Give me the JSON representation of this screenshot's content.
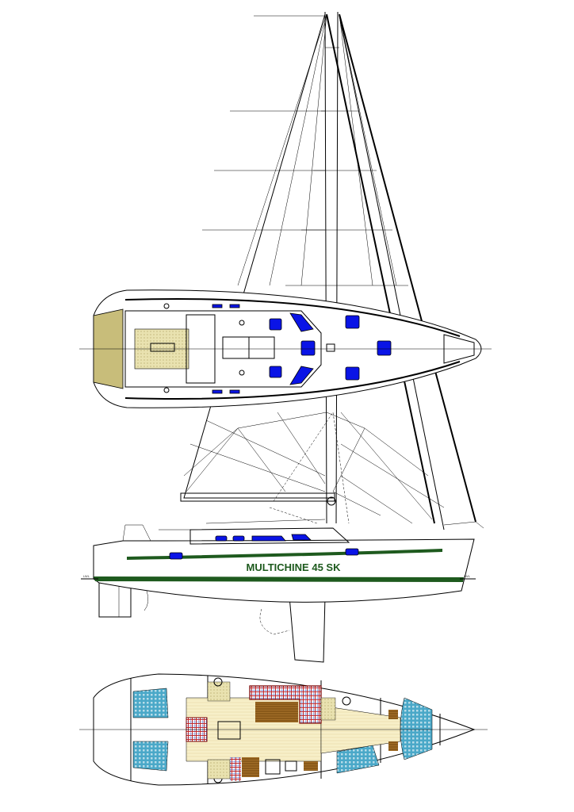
{
  "drawing": {
    "model_name": "MULTICHINE 45 SK",
    "waterline_label_aft": "LWL",
    "waterline_label_fwd": "LWL"
  },
  "colors": {
    "stripe": "#1e5a1e",
    "window": "#0a14e6",
    "transom": "#c8bd7a",
    "berth": "#4aa8c8",
    "sole": "#f7efc8",
    "wood": "#8a5a1a",
    "settee": "#c0282a"
  }
}
